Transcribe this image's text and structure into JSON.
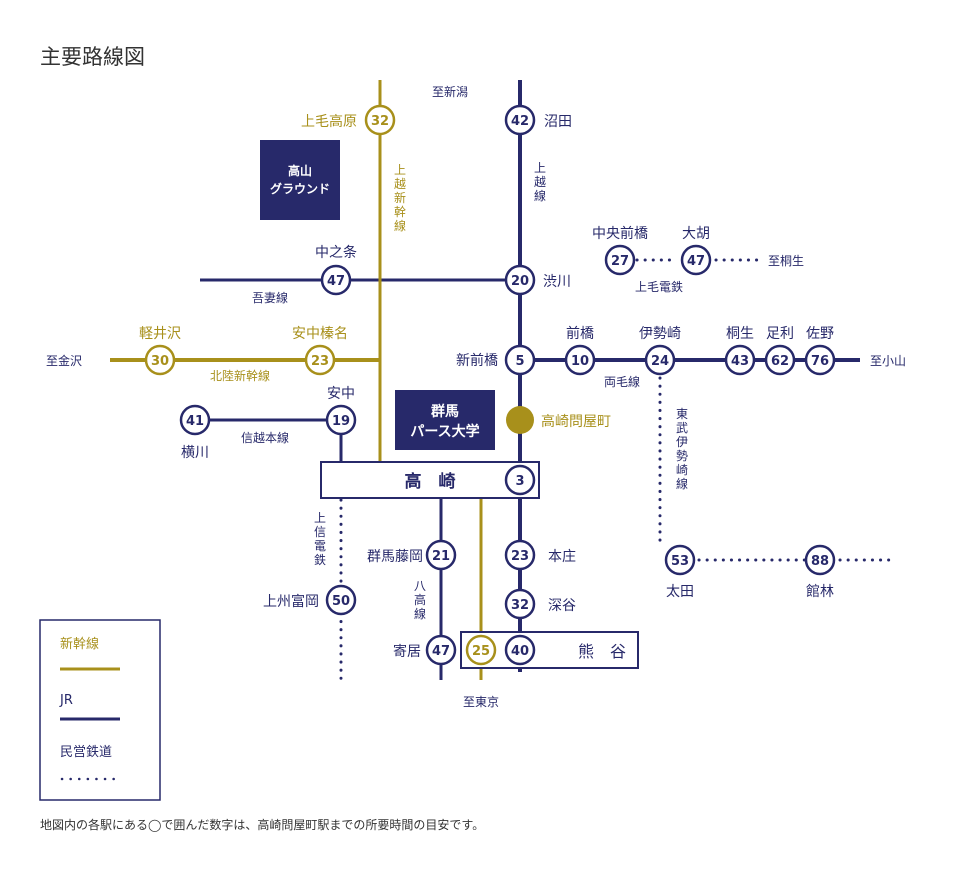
{
  "title": "主要路線図",
  "footnote": "地図内の各駅にある◯で囲んだ数字は、高崎問屋町駅までの所要時間の目安です。",
  "colors": {
    "navy": "#27296a",
    "gold": "#a8901b",
    "dots": "#27296a",
    "white": "#ffffff"
  },
  "boxes": {
    "takayama": {
      "line1": "高山",
      "line2": "グラウンド"
    },
    "campus": {
      "line1": "群馬",
      "line2": "パース大学"
    },
    "takasaki": "高　崎",
    "kumagaya": "熊　谷"
  },
  "stations": {
    "jomokogen": {
      "name": "上毛高原",
      "time": "32"
    },
    "numata": {
      "name": "沼田",
      "time": "42"
    },
    "nakanojo": {
      "name": "中之条",
      "time": "47"
    },
    "shibukawa": {
      "name": "渋川",
      "time": "20"
    },
    "chuomaebashi": {
      "name": "中央前橋",
      "time": "27"
    },
    "oogo": {
      "name": "大胡",
      "time": "47"
    },
    "karuizawa": {
      "name": "軽井沢",
      "time": "30"
    },
    "annakaharuna": {
      "name": "安中榛名",
      "time": "23"
    },
    "shinmaebashi": {
      "name": "新前橋",
      "time": "5"
    },
    "maebashi": {
      "name": "前橋",
      "time": "10"
    },
    "isesaki": {
      "name": "伊勢崎",
      "time": "24"
    },
    "kiryu": {
      "name": "桐生",
      "time": "43"
    },
    "ashikaga": {
      "name": "足利",
      "time": "62"
    },
    "sano": {
      "name": "佐野",
      "time": "76"
    },
    "annaka": {
      "name": "安中",
      "time": "19"
    },
    "yokokawa": {
      "name": "横川",
      "time": "41"
    },
    "takasakitonyamachi": {
      "name": "高崎問屋町"
    },
    "takasaki": {
      "time": "3"
    },
    "gunmafujioka": {
      "name": "群馬藤岡",
      "time": "21"
    },
    "honjo": {
      "name": "本庄",
      "time": "23"
    },
    "fukaya": {
      "name": "深谷",
      "time": "32"
    },
    "joshutomioka": {
      "name": "上州富岡",
      "time": "50"
    },
    "yorii": {
      "name": "寄居",
      "time": "47"
    },
    "kumagaya_shinkansen": {
      "time": "25"
    },
    "kumagaya_jr": {
      "time": "40"
    },
    "ota": {
      "name": "太田",
      "time": "53"
    },
    "tatebayashi": {
      "name": "館林",
      "time": "88"
    }
  },
  "directions": {
    "niigata": "至新潟",
    "kiryu": "至桐生",
    "kanazawa": "至金沢",
    "oyama": "至小山",
    "tokyo": "至東京"
  },
  "lines": {
    "joetsu_shinkansen": [
      "上",
      "越",
      "新",
      "幹",
      "線"
    ],
    "joetsu_line": [
      "上",
      "越",
      "線"
    ],
    "agatsuma": "吾妻線",
    "jomo_dentetsu": "上毛電鉄",
    "hokuriku_shinkansen": "北陸新幹線",
    "ryomo": "両毛線",
    "shinetsu": "信越本線",
    "tobu_isesaki": [
      "東",
      "武",
      "伊",
      "勢",
      "崎",
      "線"
    ],
    "joshin": [
      "上",
      "信",
      "電",
      "鉄"
    ],
    "hachiko": [
      "八",
      "高",
      "線"
    ]
  },
  "legend": {
    "shinkansen": "新幹線",
    "jr": "JR",
    "private": "民営鉄道"
  }
}
